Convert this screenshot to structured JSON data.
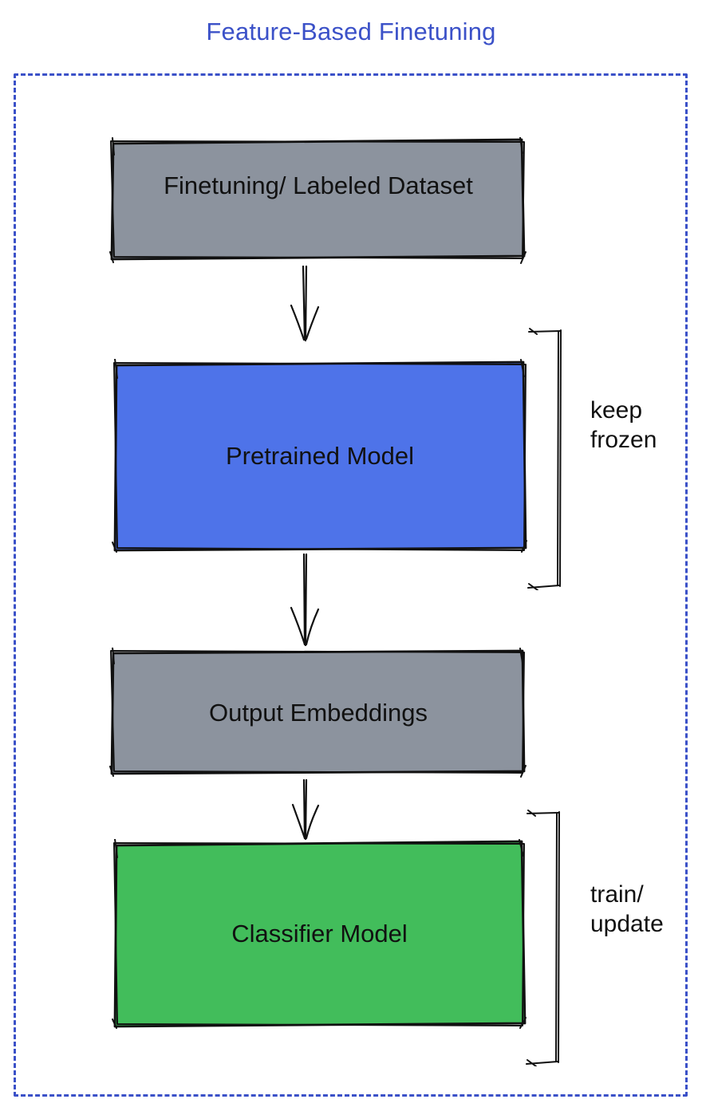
{
  "title": "Feature-Based Finetuning",
  "colors": {
    "accent-blue": "#3b51c8",
    "box-gray": "#8c939e",
    "box-blue": "#4e73e9",
    "box-green": "#42bd5b",
    "ink": "#111111"
  },
  "diagram": {
    "boxes": [
      {
        "id": "finetuning-dataset",
        "label": "Finetuning/ Labeled Dataset",
        "color": "#8c939e"
      },
      {
        "id": "pretrained-model",
        "label": "Pretrained Model",
        "color": "#4e73e9"
      },
      {
        "id": "output-embeddings",
        "label": "Output Embeddings",
        "color": "#8c939e"
      },
      {
        "id": "classifier-model",
        "label": "Classifier Model",
        "color": "#42bd5b"
      }
    ],
    "annotations": [
      {
        "target": "pretrained-model",
        "label": "keep frozen"
      },
      {
        "target": "classifier-model",
        "label": "train/ update"
      }
    ],
    "connections": [
      {
        "from": "Finetuning/ Labeled Dataset",
        "to": "Pretrained Model"
      },
      {
        "from": "Pretrained Model",
        "to": "Output Embeddings"
      },
      {
        "from": "Output Embeddings",
        "to": "Classifier Model"
      }
    ]
  }
}
